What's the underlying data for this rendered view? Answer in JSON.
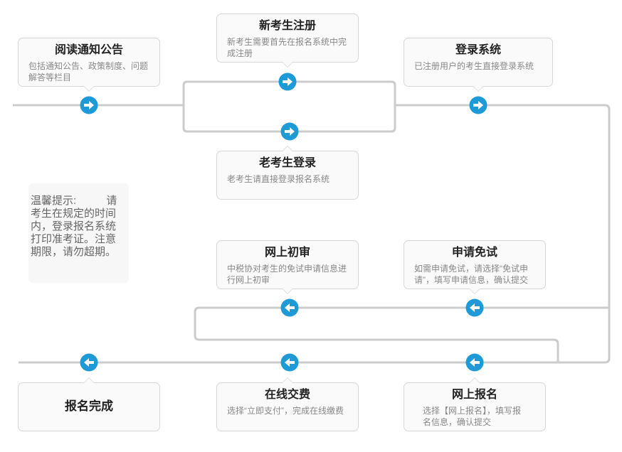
{
  "colors": {
    "accent": "#1e9ad6",
    "line": "#cccccc",
    "box_border": "#d6d6d6"
  },
  "steps": {
    "read_notice": {
      "title": "阅读通知公告",
      "desc": "包括通知公告、政策制度、问题解答等栏目",
      "icon": "arrow-right-icon"
    },
    "new_register": {
      "title": "新考生注册",
      "desc": "新考生需要首先在报名系统中完成注册",
      "icon": "arrow-right-icon"
    },
    "old_login": {
      "title": "老考生登录",
      "desc": "老考生请直接登录报名系统",
      "icon": "arrow-right-icon"
    },
    "login": {
      "title": "登录系统",
      "desc": "已注册用户的考生直接登录系统",
      "icon": "arrow-right-icon"
    },
    "review": {
      "title": "网上初审",
      "desc": "中税协对考生的免试申请信息进行网上初审",
      "icon": "arrow-left-icon"
    },
    "exemption": {
      "title": "申请免试",
      "desc": "如需申请免试，请选择“免试申请”，填写申请信息，确认提交",
      "icon": "arrow-left-icon"
    },
    "complete": {
      "title": "报名完成",
      "icon": "arrow-left-icon"
    },
    "payment": {
      "title": "在线交费",
      "desc": "选择“立即支付”，完成在线缴费",
      "icon": "arrow-left-icon"
    },
    "online_signup": {
      "title": "网上报名",
      "desc": "选择【网上报名】，填写报名信息，确认提交",
      "icon": "arrow-left-icon"
    }
  },
  "notice": {
    "heading": "温馨提示:",
    "body": "请考生在规定的时间内，登录报名系统打印准考证。注意期限，请勿超期。"
  }
}
